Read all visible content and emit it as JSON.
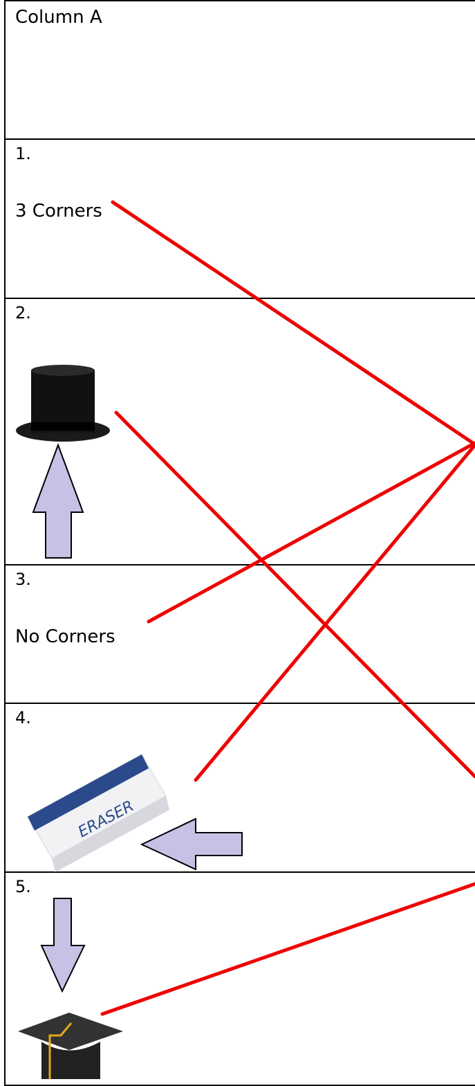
{
  "header": {
    "title": "Column A"
  },
  "rows": [
    {
      "number": "1.",
      "text": "3 Corners"
    },
    {
      "number": "2.",
      "text": ""
    },
    {
      "number": "3.",
      "text": "No Corners"
    },
    {
      "number": "4.",
      "text": ""
    },
    {
      "number": "5.",
      "text": ""
    }
  ],
  "images": {
    "eraser_label": "ERASER",
    "top_hat": "top-hat-icon",
    "eraser": "eraser-icon",
    "graduation_cap": "graduation-cap-icon",
    "arrow": "arrow-icon"
  },
  "colors": {
    "line": "#ee0000",
    "arrow_fill": "#c9c0e6",
    "eraser_band": "#2a4a8c"
  }
}
